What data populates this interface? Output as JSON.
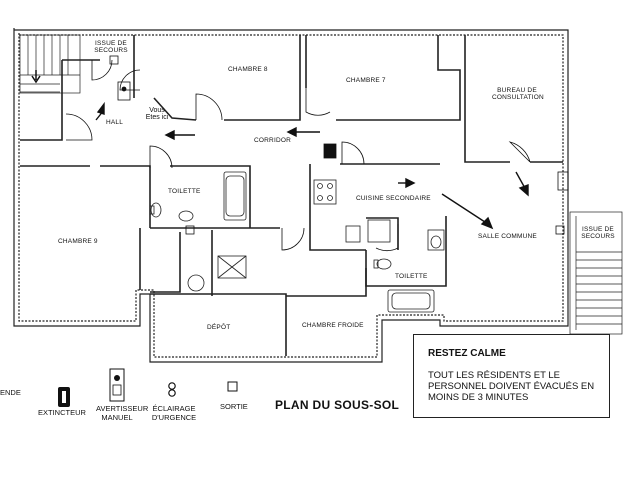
{
  "plan": {
    "title": "PLAN DU SOUS-SOL",
    "rooms": {
      "chambre_8": "CHAMBRE 8",
      "chambre_7": "CHAMBRE 7",
      "bureau": "BUREAU DE CONSULTATION",
      "issue_left": "ISSUE DE SECOURS",
      "issue_right": "ISSUE DE SECOURS",
      "hall": "HALL",
      "vous_etes_ici": "Vous Etes ici",
      "corridor": "CORRIDOR",
      "toilette_1": "TOILETTE",
      "toilette_2": "TOILETTE",
      "chambre_9": "CHAMBRE 9",
      "cuisine": "CUISINE SECONDAIRE",
      "salle_commune": "SALLE COMMUNE",
      "depot": "DÉPÔT",
      "chambre_froide": "CHAMBRE FROIDE"
    },
    "notice": {
      "line1": "RESTEZ CALME",
      "line2": "TOUT LES RÉSIDENTS ET LE PERSONNEL DOIVENT ÉVACUÉS EN MOINS DE 3 MINUTES"
    }
  },
  "legend": {
    "title_fragment": "ENDE",
    "extincteur": "EXTINCTEUR",
    "avertisseur": "AVERTISSEUR MANUEL",
    "eclairage": "ÉCLAIRAGE D'URGENCE",
    "sortie": "SORTIE"
  }
}
